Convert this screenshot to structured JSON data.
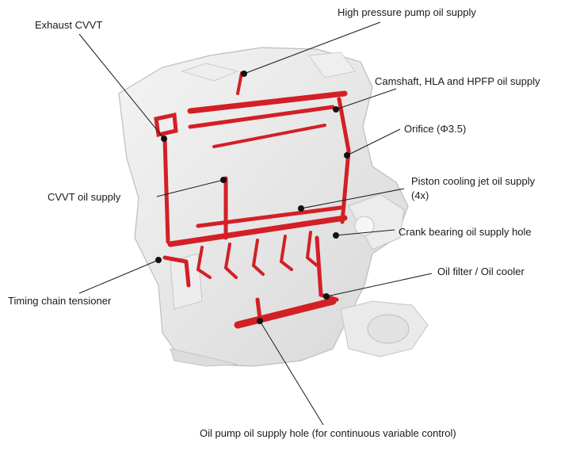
{
  "colors": {
    "oil_gallery": "#d31f26",
    "oil_gallery_dark": "#a3121a",
    "engine_block": "#e6e6e6",
    "engine_shadow": "#c9c9c9",
    "callout": "#111111"
  },
  "callouts": {
    "exhaust_cvvt": "Exhaust CVVT",
    "hp_pump_oil_supply": "High pressure pump oil supply",
    "camshaft_hla_hpfp": "Camshaft, HLA and HPFP oil supply",
    "orifice": "Orifice (Φ3.5)",
    "cvvt_oil_supply": "CVVT oil supply",
    "piston_cooling_jet": "Piston cooling jet oil supply",
    "piston_cooling_jet_count": "(4x)",
    "crank_bearing": "Crank bearing oil supply hole",
    "oil_filter_cooler": "Oil filter / Oil cooler",
    "timing_chain_tensioner": "Timing chain tensioner",
    "oil_pump_supply_hole": "Oil pump oil supply hole (for continuous variable control)"
  }
}
